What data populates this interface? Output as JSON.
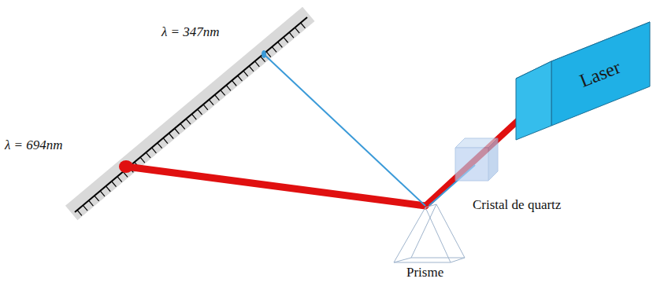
{
  "diagram": {
    "nodes": [
      {
        "text": [
          "Laser"
        ]
      }
    ],
    "labels": [
      "λ = 347nm",
      "λ = 694nm",
      "Cristal de quartz",
      "Prisme"
    ]
  }
}
